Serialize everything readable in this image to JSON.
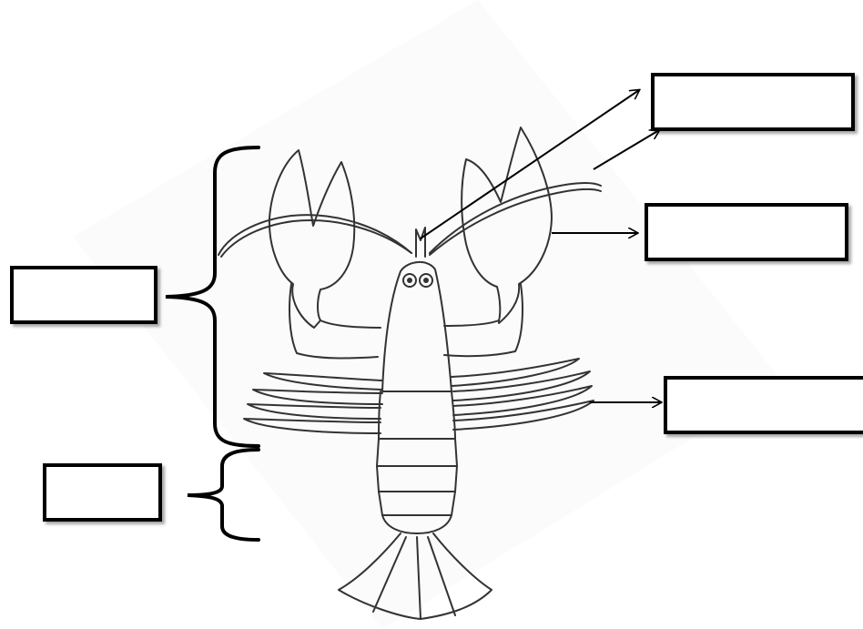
{
  "diagram": {
    "subject": "crayfish",
    "labels": [
      {
        "id": "antennule",
        "text": ""
      },
      {
        "id": "claw",
        "text": ""
      },
      {
        "id": "walking-legs",
        "text": ""
      },
      {
        "id": "cephalothorax",
        "text": ""
      },
      {
        "id": "abdomen",
        "text": ""
      }
    ]
  },
  "colors": {
    "line": "#333333",
    "box_border": "#000000",
    "background": "#ffffff",
    "paper": "#fbfbfb"
  }
}
